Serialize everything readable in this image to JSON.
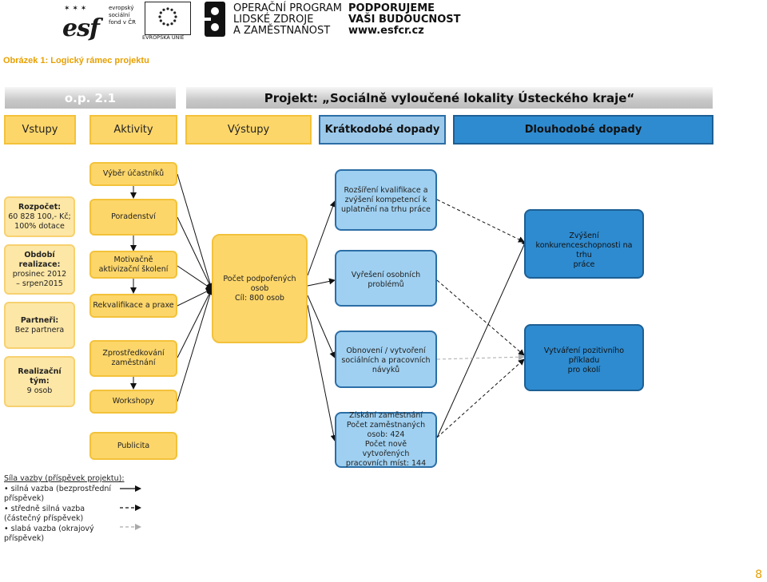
{
  "header": {
    "esf_letters": "esf",
    "esf_lines": [
      "evropský",
      "sociální",
      "fond v ČR"
    ],
    "eu_label": "EVROPSKÁ UNIE",
    "op_lines": [
      "OPERAČNÍ PROGRAM",
      "LIDSKÉ ZDROJE",
      "A ZAMĚSTNANOST"
    ],
    "slogan_lines": [
      "PODPORUJEME",
      "VAŠI BUDOUCNOST",
      "www.esfcr.cz"
    ]
  },
  "caption": "Obrázek 1: Logický rámec projektu",
  "diagram": {
    "op_label": "o.p. 2.1",
    "project_title": "Projekt: „Sociálně vyloučené lokality Ústeckého kraje“",
    "columns": {
      "inputs": "Vstupy",
      "activities": "Aktivity",
      "outputs": "Výstupy",
      "short_term": "Krátkodobé dopady",
      "long_term": "Dlouhodobé dopady"
    },
    "inputs": [
      {
        "title": "Rozpočet:",
        "lines": [
          "60 828 100,- Kč;",
          "100% dotace"
        ]
      },
      {
        "title": "Období realizace:",
        "lines": [
          "prosinec 2012",
          "– srpen2015"
        ]
      },
      {
        "title": "Partneři:",
        "lines": [
          "Bez partnera"
        ]
      },
      {
        "title": "Realizační tým:",
        "lines": [
          "9 osob"
        ]
      }
    ],
    "activities": [
      "Výběr účastníků",
      "Poradenství",
      "Motivačně aktivizační školení",
      "Rekvalifikace a praxe",
      "Zprostředkování zaměstnání",
      "Workshopy",
      "Publicita"
    ],
    "output": [
      "Počet podpořených osob",
      "Cíl: 800 osob"
    ],
    "short_term": [
      [
        "Rozšíření kvalifikace a",
        "zvýšení kompetencí k",
        "uplatnění na trhu práce"
      ],
      [
        "Vyřešení osobních",
        "problémů"
      ],
      [
        "Obnovení / vytvoření",
        "sociálních a pracovních",
        "návyků"
      ],
      [
        "Získání zaměstnání",
        "Počet zaměstnaných",
        "osob: 424",
        "Počet nově vytvořených",
        "pracovních míst: 144"
      ]
    ],
    "long_term": [
      [
        "Zvýšení",
        "konkurenceschopnosti na trhu",
        "práce"
      ],
      [
        "Vytváření pozitivního příkladu",
        "pro okolí"
      ]
    ]
  },
  "legend": {
    "title": "Síla vazby (příspěvek projektu):",
    "items": [
      "• silná vazba (bezprostřední příspěvek)",
      "• středně silná vazba (částečný příspěvek)",
      "• slabá vazba (okrajový příspěvek)"
    ]
  },
  "page_number": "8",
  "colors": {
    "yellow": "#fdd66a",
    "light_blue": "#9fd0f1",
    "dark_blue": "#2e8bd0",
    "caption_orange": "#e8a000"
  }
}
